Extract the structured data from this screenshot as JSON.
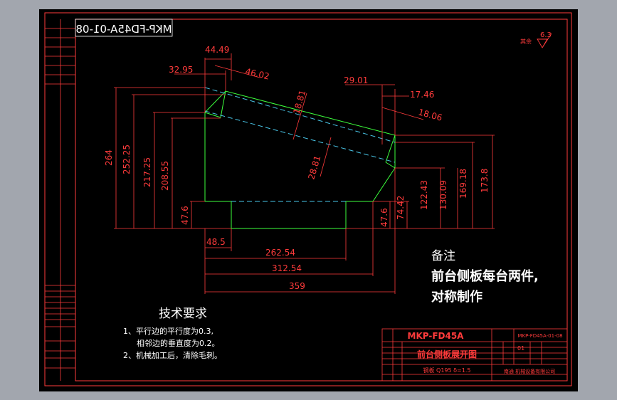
{
  "drawing_number_mirrored": "MKP-FD45A-01-08",
  "roughness": {
    "label": "其余",
    "value": "6.3"
  },
  "dimensions": {
    "top_44_49": "44.49",
    "top_32_95": "32.95",
    "top_46_02": "46.02",
    "slant_18_81": "18.81",
    "slant_28_81": "28.81",
    "right_29_01": "29.01",
    "right_17_46": "17.46",
    "right_18_06": "18.06",
    "left_264": "264",
    "left_252_25": "252.25",
    "left_217_25": "217.25",
    "left_208_55": "208.55",
    "left_47_6": "47.6",
    "mid_47_6": "47.6",
    "right_74_42": "74.42",
    "right_122_43": "122.43",
    "right_130_09": "130.09",
    "right_169_18": "169.18",
    "right_173_8": "173.8",
    "bottom_48_5": "48.5",
    "bottom_262_54": "262.54",
    "bottom_312_54": "312.54",
    "bottom_359": "359"
  },
  "note": {
    "title": "备注",
    "line1": "前台侧板每台两件,",
    "line2": "对称制作"
  },
  "tech_requirements": {
    "title": "技术要求",
    "item1": "1、平行边的平行度为0.3,",
    "item1b": "相邻边的垂直度为0.2。",
    "item2": "2、机械加工后，清除毛刺。"
  },
  "title_block": {
    "project": "MKP-FD45A",
    "drawing_no": "MKP-FD45A-01-08",
    "part_name": "前台侧板展开图",
    "quantity": "01",
    "material": "钢板 Q195 δ=1.5",
    "company": "南通 机械设备有限公司"
  },
  "colors": {
    "viewport_bg": "#000000",
    "frame_gray": "#a2a6ae",
    "dimension_red": "#ff3b3b",
    "outline_green": "#3cff3c",
    "hidden_cyan": "#49c6e8",
    "text_white": "#ffffff"
  }
}
